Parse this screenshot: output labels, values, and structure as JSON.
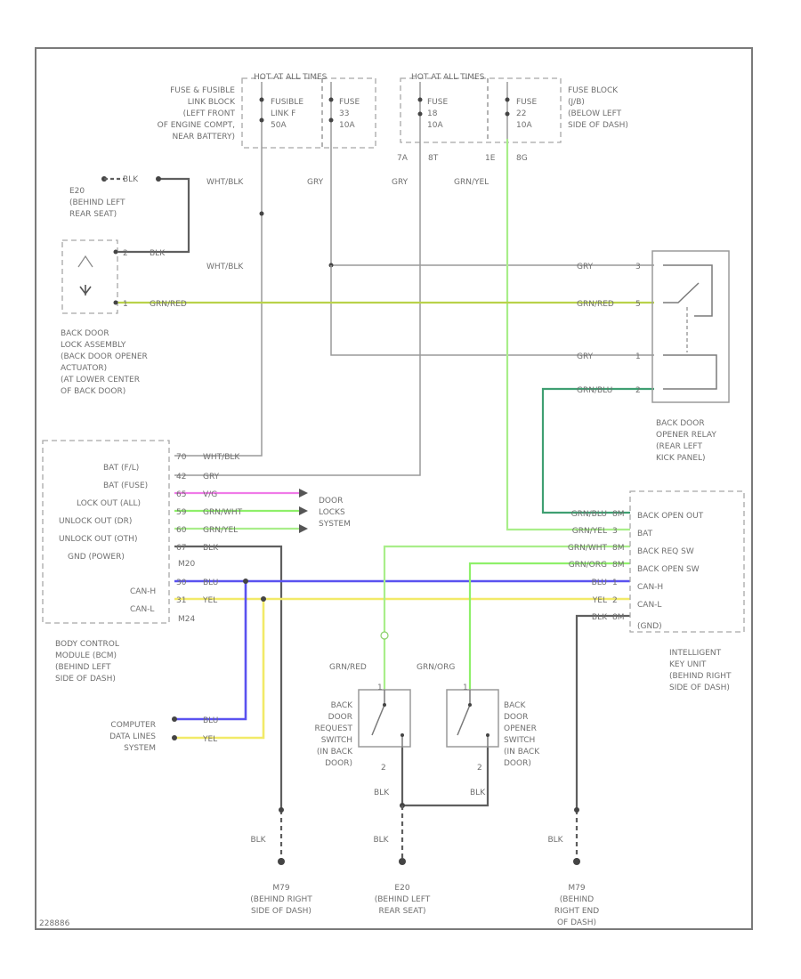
{
  "diagram_id": "228886",
  "fusible_block": {
    "header": "HOT AT ALL TIMES",
    "label": [
      "FUSE & FUSIBLE",
      "LINK BLOCK",
      "(LEFT FRONT",
      "OF ENGINE COMPT,",
      "NEAR BATTERY)"
    ],
    "fusible_link": [
      "FUSIBLE",
      "LINK F",
      "50A"
    ],
    "fuse": [
      "FUSE",
      "33",
      "10A"
    ],
    "wire_left": "WHT/BLK",
    "wire_right": "GRY"
  },
  "fuse_block": {
    "header": "HOT AT ALL TIMES",
    "label": [
      "FUSE BLOCK",
      "(J/B)",
      "(BELOW LEFT",
      "SIDE OF DASH)"
    ],
    "fuse_a": [
      "FUSE",
      "18",
      "10A"
    ],
    "fuse_b": [
      "FUSE",
      "22",
      "10A"
    ],
    "pins": [
      "7A",
      "8T",
      "1E",
      "8G"
    ],
    "wire_left": "GRY",
    "wire_right": "GRN/YEL"
  },
  "ground_e20": {
    "id": "E20",
    "location": [
      "(BEHIND LEFT",
      "REAR SEAT)"
    ],
    "wire": "BLK"
  },
  "back_door_lock": {
    "label": [
      "BACK DOOR",
      "LOCK ASSEMBLY",
      "(BACK DOOR OPENER",
      "ACTUATOR)",
      "(AT LOWER CENTER",
      "OF BACK DOOR)"
    ],
    "pin1": "2",
    "pin2": "1",
    "wire1": "BLK",
    "wire2": "GRN/RED"
  },
  "wht_blk_label": "WHT/BLK",
  "relay": {
    "label": [
      "BACK DOOR",
      "OPENER RELAY",
      "(REAR LEFT",
      "KICK PANEL)"
    ],
    "pins": [
      {
        "pin": "3",
        "wire": "GRY"
      },
      {
        "pin": "5",
        "wire": "GRN/RED"
      },
      {
        "pin": "1",
        "wire": "GRY"
      },
      {
        "pin": "2",
        "wire": "GRN/BLU"
      }
    ]
  },
  "bcm": {
    "label": [
      "BODY CONTROL",
      "MODULE (BCM)",
      "(BEHIND LEFT",
      "SIDE OF DASH)"
    ],
    "rows": [
      {
        "name": "BAT (F/L)",
        "pin": "70",
        "wire": "WHT/BLK"
      },
      {
        "name": "BAT (FUSE)",
        "pin": "42",
        "wire": "GRY"
      },
      {
        "name": "LOCK OUT (ALL)",
        "pin": "65",
        "wire": "V/G"
      },
      {
        "name": "UNLOCK OUT (DR)",
        "pin": "59",
        "wire": "GRN/WHT"
      },
      {
        "name": "UNLOCK OUT (OTH)",
        "pin": "60",
        "wire": "GRN/YEL"
      },
      {
        "name": "GND (POWER)",
        "pin": "67",
        "wire": "BLK"
      },
      {
        "name": "",
        "pin": "",
        "wire": "M20"
      },
      {
        "name": "CAN-H",
        "pin": "30",
        "wire": "BLU"
      },
      {
        "name": "CAN-L",
        "pin": "31",
        "wire": "YEL"
      }
    ],
    "connector": "M20",
    "connector2": "M24"
  },
  "door_locks": [
    "DOOR",
    "LOCKS",
    "SYSTEM"
  ],
  "can": {
    "blue_wire": "BLU",
    "yellow_wire": "YEL",
    "system": [
      "COMPUTER",
      "DATA LINES",
      "SYSTEM"
    ]
  },
  "iku": {
    "label": [
      "INTELLIGENT",
      "KEY UNIT",
      "(BEHIND RIGHT",
      "SIDE OF DASH)"
    ],
    "rows": [
      {
        "name": "BACK OPEN OUT",
        "wire": "GRN/BLU",
        "pin": "8M"
      },
      {
        "name": "BAT",
        "wire": "GRN/YEL",
        "pin": "3"
      },
      {
        "name": "BACK REQ SW",
        "wire": "GRN/WHT",
        "pin": "8M"
      },
      {
        "name": "BACK OPEN SW",
        "wire": "GRN/ORG",
        "pin": "8M"
      },
      {
        "name": "CAN-H",
        "wire": "BLU",
        "pin": "1"
      },
      {
        "name": "CAN-L",
        "wire": "YEL",
        "pin": "2"
      },
      {
        "name": "(GND)",
        "wire": "BLK",
        "pin": "8M"
      }
    ]
  },
  "request_switch": {
    "wire": "GRN/RED",
    "pin_top": "1",
    "pin_bottom": "2",
    "label": [
      "BACK",
      "DOOR",
      "REQUEST",
      "SWITCH",
      "(IN BACK",
      "DOOR)"
    ],
    "wire_bottom": "BLK"
  },
  "opener_switch": {
    "wire": "GRN/ORG",
    "pin_top": "1",
    "pin_bottom": "2",
    "label": [
      "BACK",
      "DOOR",
      "OPENER",
      "SWITCH",
      "(IN BACK",
      "DOOR)"
    ],
    "wire_bottom": "BLK"
  },
  "grounds": [
    {
      "wire": "BLK",
      "id": "M79",
      "location": [
        "(BEHIND RIGHT",
        "SIDE OF DASH)"
      ]
    },
    {
      "wire": "BLK",
      "id": "E20",
      "location": [
        "(BEHIND LEFT",
        "REAR SEAT)"
      ]
    },
    {
      "wire": "BLK",
      "id": "M79",
      "location": [
        "(BEHIND",
        "RIGHT END",
        "OF DASH)"
      ]
    }
  ]
}
